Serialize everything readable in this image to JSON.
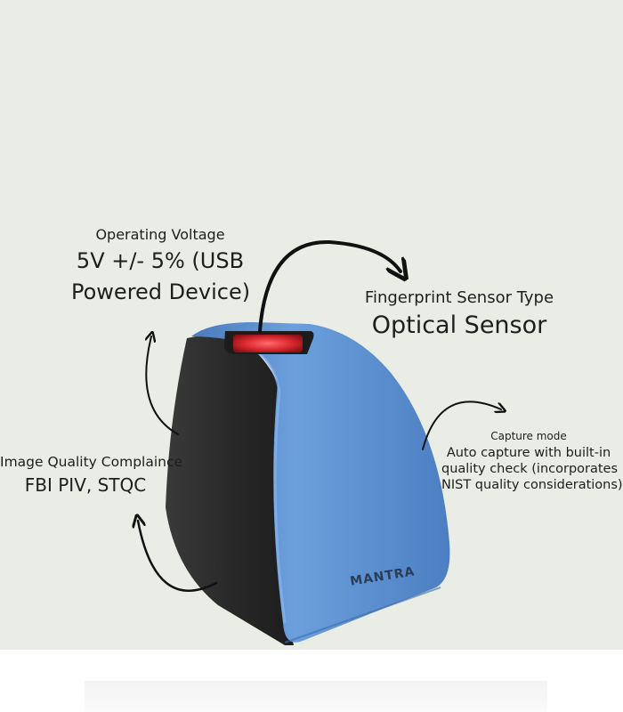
{
  "annotations": {
    "voltage": {
      "title": "Operating Voltage",
      "line1": "5V +/- 5% (USB",
      "line2": "Powered Device)"
    },
    "sensor": {
      "title": "Fingerprint Sensor Type",
      "value": "Optical Sensor"
    },
    "quality": {
      "title": "Image Quality Complaince",
      "value": "FBI PIV, STQC"
    },
    "capture": {
      "title": "Capture mode",
      "line1": "Auto capture with built-in",
      "line2": "quality check (incorporates",
      "line3": "NIST quality considerations)"
    }
  },
  "device": {
    "brand": "MANTRA",
    "body_color": "#5b8fd0",
    "base_color": "#2b2b2b",
    "sensor_color": "#e0303a"
  },
  "colors": {
    "background": "#e9ede6",
    "text": "#1e1e1e",
    "arrow": "#111111"
  }
}
